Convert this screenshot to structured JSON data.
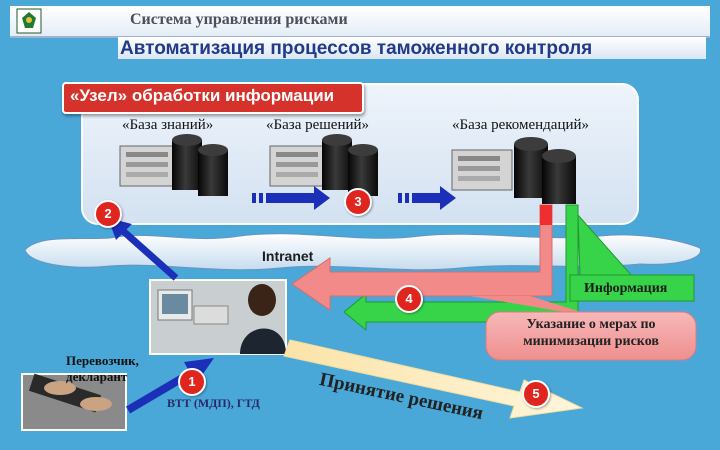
{
  "header": {
    "system_title": "Система управления рисками",
    "subtitle": "Автоматизация процессов таможенного контроля"
  },
  "node": {
    "label": "«Узел» обработки информации",
    "databases": [
      {
        "label": "«База знаний»"
      },
      {
        "label": "«База решений»"
      },
      {
        "label": "«База рекомендаций»"
      }
    ]
  },
  "network": {
    "label": "Intranet"
  },
  "information": {
    "label": "Информация"
  },
  "measures": {
    "line1": "Указание о мерах по",
    "line2": "минимизации рисков"
  },
  "carrier": {
    "line1": "Перевозчик,",
    "line2": "декларант"
  },
  "documents": {
    "label": "ВТТ (МДП), ГТД"
  },
  "decision": {
    "label": "Принятие решения"
  },
  "steps": [
    "1",
    "2",
    "3",
    "4",
    "5"
  ],
  "colors": {
    "background": "#4aa8d8",
    "node_panel": "#e3ecf7",
    "badge": "#e0241e",
    "green_arrow": "#37d44a",
    "pink_arrow": "#f28a8a",
    "blue_arrow": "#1c2fb8"
  }
}
